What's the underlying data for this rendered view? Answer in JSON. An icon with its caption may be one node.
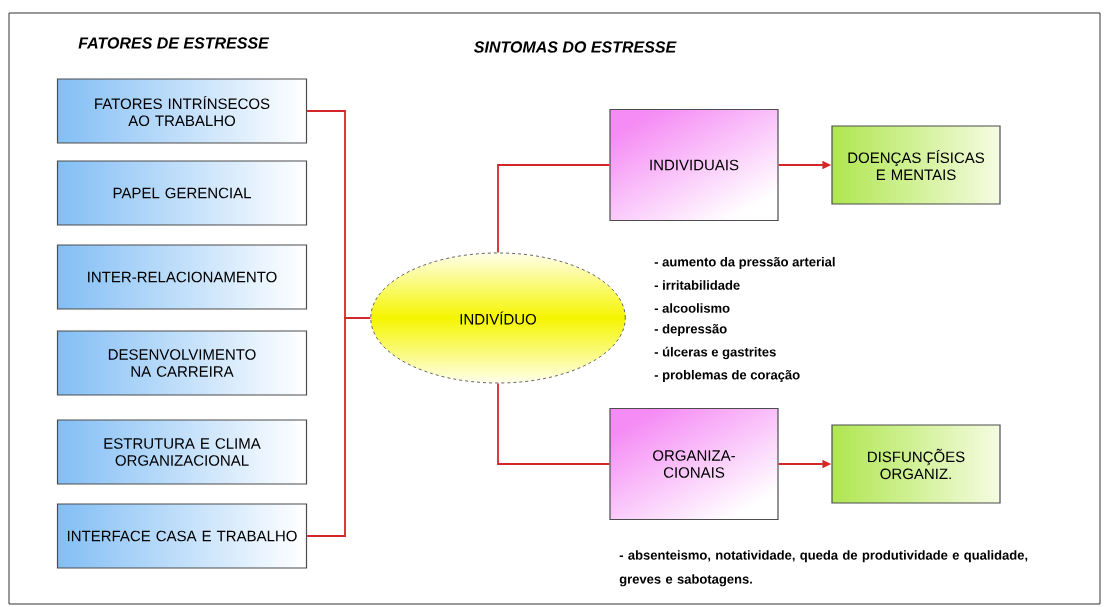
{
  "diagram": {
    "nodes": [
      {
        "text": [
          "FATORES INTRÍNSECOS AO TRABALHO"
        ]
      },
      {
        "text": [
          "PAPEL GERENCIAL"
        ]
      },
      {
        "text": [
          "INTER-RELACIONAMENTO"
        ]
      },
      {
        "text": [
          "DESENVOLVIMENTO NA CARREIRA"
        ]
      },
      {
        "text": [
          "ESTRUTURA E CLIMA ORGANIZACIONAL"
        ]
      },
      {
        "text": [
          "INTERFACE CASA E TRABALHO"
        ]
      },
      {
        "text": [
          "INDIVÍDUO"
        ]
      },
      {
        "text": [
          "INDIVIDUAIS"
        ],
        "beside": [
          "- aumento da pressão arterial",
          "- irritabilidade",
          "- alcoolismo",
          "- depressão",
          "- úlceras e gastrites",
          "- problemas de coração"
        ]
      },
      {
        "text": [
          "DOENÇAS FÍSICAS E MENTAIS"
        ]
      },
      {
        "text": [
          "ORGANIZA-CIONAIS"
        ],
        "beside": [
          "- absenteismo, notatividade, queda de produtividade e qualidade, greves e sabotagens."
        ]
      },
      {
        "text": [
          "DISFUNÇÕES ORGANIZ."
        ]
      }
    ],
    "edges": [
      {
        "from": 0,
        "to": 6,
        "arrow": "none"
      },
      {
        "from": 5,
        "to": 6,
        "arrow": "none"
      },
      {
        "from": 6,
        "to": 7,
        "arrow": "none"
      },
      {
        "from": 6,
        "to": 9,
        "arrow": "none"
      },
      {
        "from": 7,
        "to": 8,
        "arrow": "to"
      },
      {
        "from": 9,
        "to": 10,
        "arrow": "to"
      }
    ],
    "labels": [
      "FATORES DE ESTRESSE",
      "SINTOMAS DO ESTRESSE"
    ]
  }
}
